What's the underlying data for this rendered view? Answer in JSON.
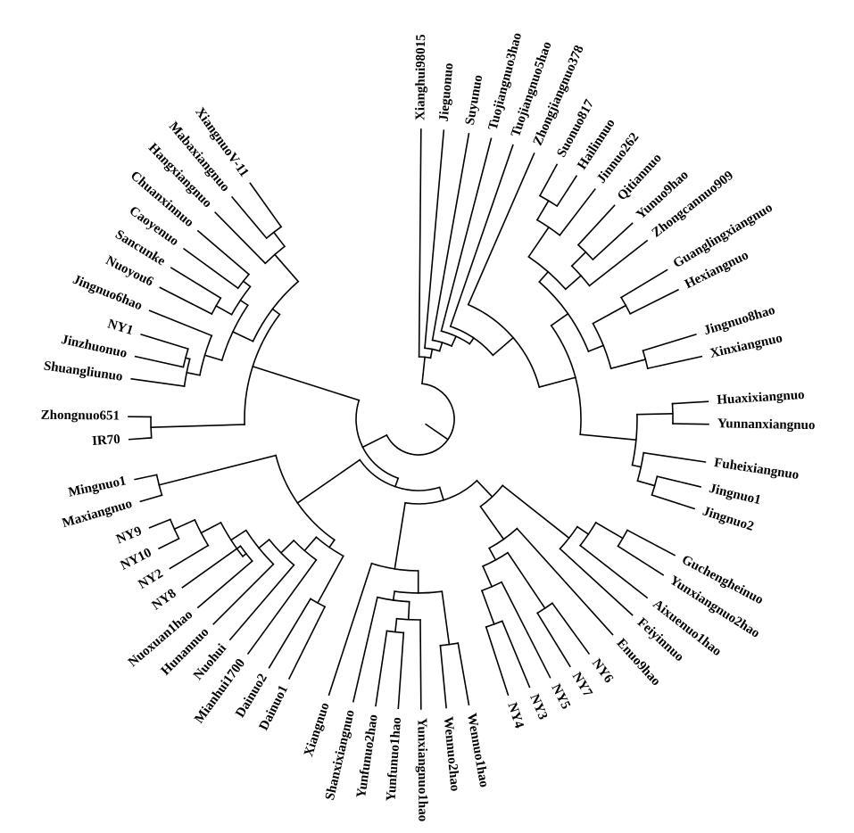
{
  "tree": {
    "leaves": [
      "Xianghui98015",
      "Jieguonuo",
      "Suyunuo",
      "Tuojiangnuo3hao",
      "Tuojiangnuo5hao",
      "Zhongjiangnuo378",
      "Suonuo817",
      "Hailinnuo",
      "Jinnuo262",
      "Qitiannuo",
      "Yunuo9hao",
      "Zhongcannuo909",
      "Guanglingxiangnuo",
      "Hexiangnuo",
      "Jingnuo8hao",
      "Xinxiangnuo",
      "Huaxixiangnuo",
      "Yunnanxiangnuo",
      "Fuheixiangnuo",
      "Jingnuo1",
      "Jingnuo2",
      "Guchengheinuo",
      "Yunxiangnuo2hao",
      "Aixuenuo1hao",
      "Feiyinnuo",
      "Enuo9hao",
      "NY6",
      "NY7",
      "NY5",
      "NY3",
      "NY4",
      "Wennuo1hao",
      "Wennuo2hao",
      "Yunxiangnuo1hao",
      "Yunfunuo1hao",
      "Yunfunuo2hao",
      "Shanxixiangnuo",
      "Xiangnuo",
      "Dainuo1",
      "Dainuo2",
      "Mianhui1700",
      "Nuohui",
      "Hunannuo",
      "Nuoxuan1hao",
      "NY8",
      "NY2",
      "NY10",
      "NY9",
      "Maxiangnuo",
      "Mingnuo1",
      "IR70",
      "Zhongnuo651",
      "Shuangliunuo",
      "Jinzhuonuo",
      "NY1",
      "Jingnuo6hao",
      "Nuoyou6",
      "Sancunke",
      "Caoyenuo",
      "Chuanxinnuo",
      "Hangxiangnuo",
      "Mabaxiangnuo",
      "XiangnuoV-11"
    ]
  }
}
